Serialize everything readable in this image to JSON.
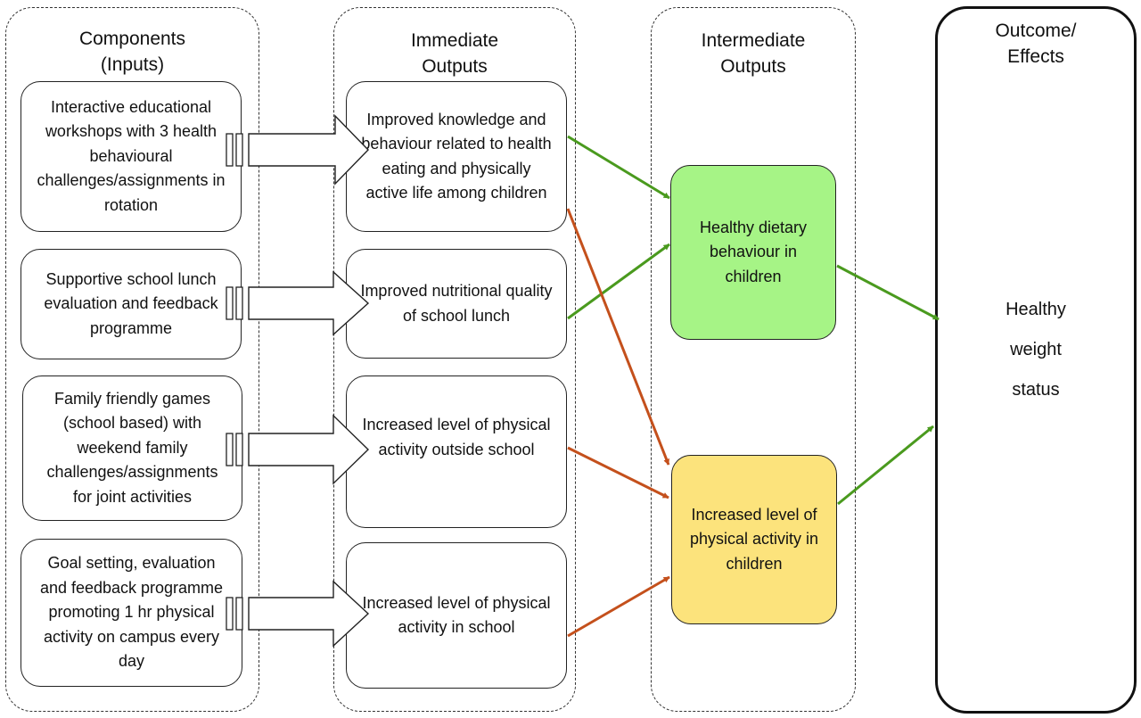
{
  "columns": {
    "components": {
      "line1": "Components",
      "line2": "(Inputs)"
    },
    "immediate": {
      "line1": "Immediate",
      "line2": "Outputs"
    },
    "intermediate": {
      "line1": "Intermediate",
      "line2": "Outputs"
    },
    "outcome": {
      "line1": "Outcome/",
      "line2": "Effects"
    }
  },
  "inputs": [
    "Interactive educational workshops with 3 health behavioural challenges/assignments in rotation",
    "Supportive school lunch evaluation and feedback programme",
    "Family friendly games (school based) with weekend family challenges/assignments for joint activities",
    "Goal setting, evaluation and feedback programme promoting 1 hr physical activity on campus every day"
  ],
  "immediate_outputs": [
    "Improved knowledge and behaviour related to health eating and physically active life among children",
    "Improved nutritional quality of school lunch",
    "Increased level of physical activity outside school",
    "Increased level of physical activity in school"
  ],
  "intermediate_outputs": {
    "diet": "Healthy dietary behaviour in children",
    "activity": "Increased level of physical activity in children"
  },
  "outcome": "Healthy weight status",
  "colors": {
    "green_box": "#a6f486",
    "yellow_box": "#fce37c",
    "green_arrow": "#4a9a1e",
    "orange_arrow": "#c4501c"
  }
}
